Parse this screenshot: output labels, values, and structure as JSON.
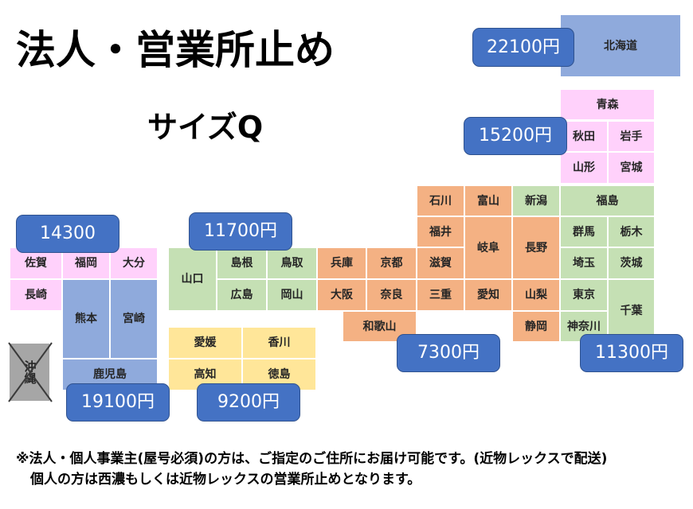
{
  "title": "法人・営業所止め",
  "subtitle": "サイズQ",
  "colors": {
    "pink": "#ffd1fb",
    "blue": "#8faadc",
    "green": "#c5e0b4",
    "orange": "#f4b183",
    "yellow": "#ffe699",
    "gray": "#a6a6a6",
    "badge": "#4472c4"
  },
  "prefectures": {
    "hokkaido": "北海道",
    "aomori": "青森",
    "akita": "秋田",
    "iwate": "岩手",
    "yamagata": "山形",
    "miyagi": "宮城",
    "niigata": "新潟",
    "fukushima": "福島",
    "gunma": "群馬",
    "tochigi": "栃木",
    "saitama": "埼玉",
    "ibaraki": "茨城",
    "tokyo": "東京",
    "chiba": "千葉",
    "kanagawa": "神奈川",
    "ishikawa": "石川",
    "toyama": "富山",
    "fukui": "福井",
    "gifu": "岐阜",
    "nagano": "長野",
    "shiga": "滋賀",
    "mie": "三重",
    "aichi": "愛知",
    "yamanashi": "山梨",
    "shizuoka": "静岡",
    "hyogo": "兵庫",
    "kyoto": "京都",
    "osaka": "大阪",
    "nara": "奈良",
    "wakayama": "和歌山",
    "yamaguchi": "山口",
    "shimane": "島根",
    "tottori": "鳥取",
    "hiroshima": "広島",
    "okayama": "岡山",
    "ehime": "愛媛",
    "kagawa": "香川",
    "kochi": "高知",
    "tokushima": "徳島",
    "saga": "佐賀",
    "fukuoka": "福岡",
    "oita": "大分",
    "nagasaki": "長崎",
    "kumamoto": "熊本",
    "miyazaki": "宮崎",
    "kagoshima": "鹿児島",
    "okinawa": "沖縄"
  },
  "prices": {
    "hokkaido": "22100円",
    "tohoku": "15200円",
    "kyushu_north": "14300",
    "chugoku": "11700円",
    "chubu_kinki": "7300円",
    "kanto": "11300円",
    "kyushu_south": "19100円",
    "shikoku": "9200円"
  },
  "footer": {
    "line1": "※法人・個人事業主(屋号必須)の方は、ご指定のご住所にお届け可能です。(近物レックスで配送)",
    "line2": "個人の方は西濃もしくは近物レックスの営業所止めとなります。"
  }
}
